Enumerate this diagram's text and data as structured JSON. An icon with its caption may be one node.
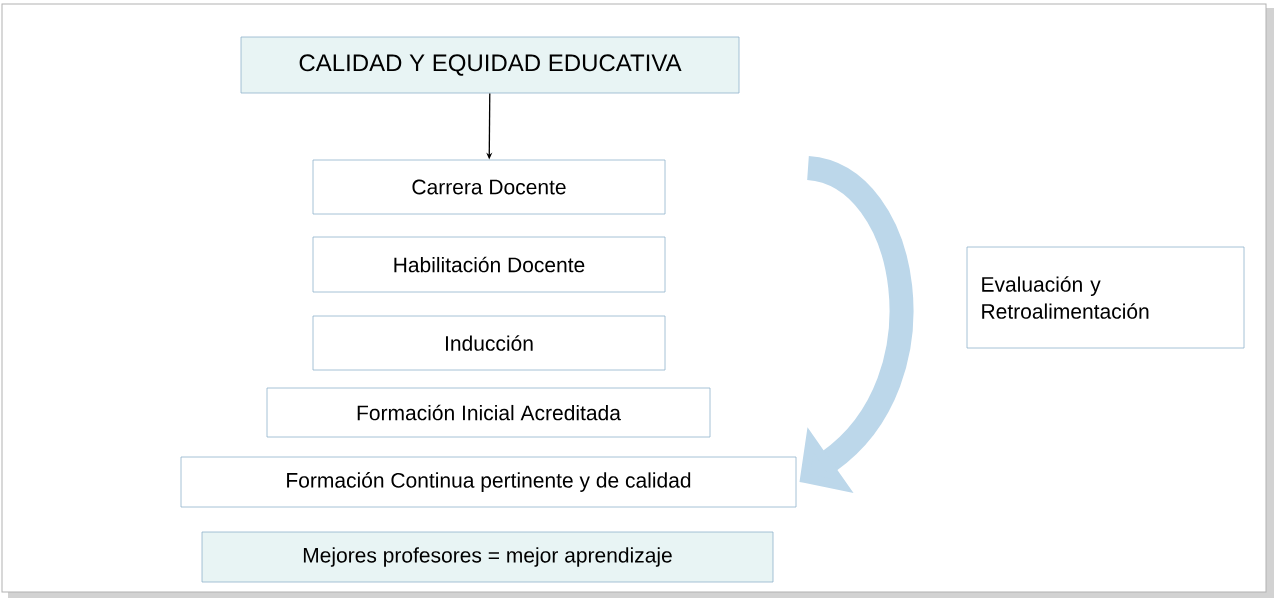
{
  "diagram": {
    "nodes": [
      {
        "text": [
          "CALIDAD Y EQUIDAD EDUCATIVA"
        ]
      },
      {
        "text": [
          "Carrera Docente"
        ]
      },
      {
        "text": [
          "Habilitación Docente"
        ]
      },
      {
        "text": [
          "Inducción"
        ]
      },
      {
        "text": [
          "Formación Inicial Acreditada"
        ]
      },
      {
        "text": [
          "Formación Continua pertinente y de calidad"
        ]
      },
      {
        "text": [
          "Mejores profesores = mejor aprendizaje"
        ]
      },
      {
        "text": [
          "Evaluación y Retroalimentación"
        ]
      }
    ],
    "edges": [
      {
        "from": 0,
        "to": 1,
        "arrow": "to"
      },
      {
        "from": null,
        "to": 5,
        "arrow": "to",
        "style": "thick",
        "color": "#bcd7ea"
      }
    ]
  }
}
